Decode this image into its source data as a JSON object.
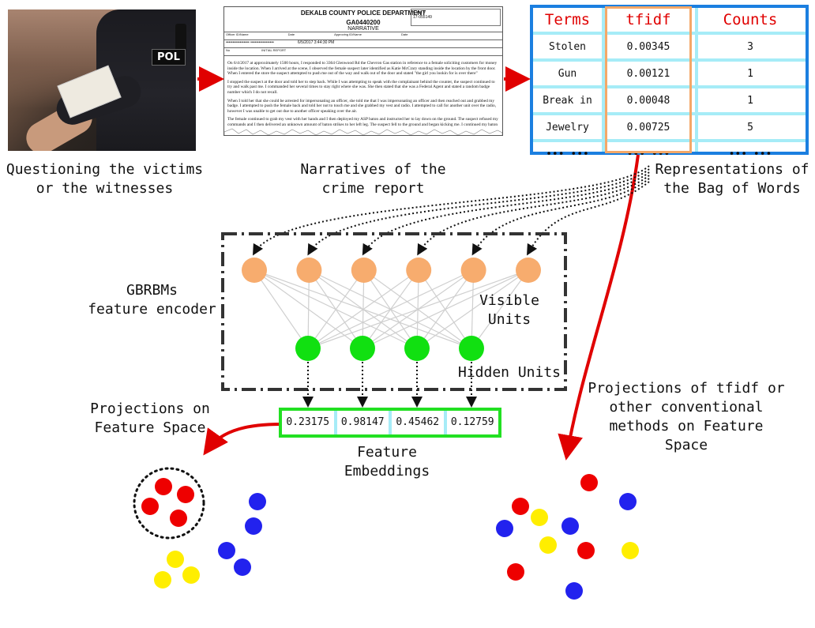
{
  "photo": {
    "badge_text": "POL",
    "caption_lines": [
      "Questioning the victims",
      "or the witnesses"
    ]
  },
  "report": {
    "department": "DEKALB COUNTY POLICE DEPARTMENT",
    "report_number": "GA0440200",
    "report_type": "NARRATIVE",
    "case_label": "Case #",
    "case_number": "17-055149",
    "officer_label": "Officer ID/Name",
    "date_label": "Date",
    "approving_label": "Approving ID/Name",
    "officer_value": "••••••••••••••••• •••••••••••••••••",
    "date_value": "6/5/2017 3:44:30 PM",
    "no_label": "No",
    "initial_report": "INITIAL REPORT",
    "paragraphs": [
      "On 6/4/2017 at approximately 1500 hours, I responded to 3364 Glenwood Rd the Chevron Gas station in reference to a female soliciting customers for money inside the location. When I arrived at the scene, I observed the female suspect later identified as Katie McCrary standing inside the location by the front door. When I entered the store the suspect attempted to push me out of the way and walk out of the door and stated \"the girl you lookin for is over there\"",
      "I stopped the suspect at the door and told her to step back. While I was attempting to speak with the complainant behind the counter, the suspect continued to try and walk past me. I commanded her several times to stay right where she was. She then stated that she was a Federal Agent and stated a random badge number which I do not recall.",
      "When I told her that she could be arrested for impersonating an officer, she told me that I was impersonating an officer and then reached out and grabbed my badge. I attempted to push the female back and told her not to touch me and she grabbed my vest and radio. I attempted to call for another unit over the radio, however I was unable to get out due to another officer speaking over the air.",
      "The female continued to grab my vest with her hands and I then deployed my ASP baton and instructed her to lay down on the ground. The suspect refused my commands and I then delivered an unknown amount of baton strikes to her left leg. The suspect fell to the ground and began kicking me. I continued my baton strikes to her legs and forearms instructing her to place her hands behind her back. One strike accidentally struck the side officer hand"
    ],
    "caption_lines": [
      "Narratives of the",
      "crime report"
    ]
  },
  "bag_of_words": {
    "headers": [
      "Terms",
      "tfidf",
      "Counts"
    ],
    "rows": [
      [
        "Stolen",
        "0.00345",
        "3"
      ],
      [
        "Gun",
        "0.00121",
        "1"
      ],
      [
        "Break in",
        "0.00048",
        "1"
      ],
      [
        "Jewelry",
        "0.00725",
        "5"
      ],
      [
        "••• •••",
        "••• •••",
        "••• •••"
      ]
    ],
    "caption_lines": [
      "Representations of",
      "the Bag of Words"
    ]
  },
  "encoder": {
    "label_lines": [
      "GBRBMs",
      "feature encoder"
    ],
    "visible_label": "Visible Units",
    "hidden_label": "Hidden Units",
    "visible_count": 6,
    "hidden_count": 4,
    "visible_color": "#f7ac6e",
    "hidden_color": "#11e011"
  },
  "embeddings": {
    "values": [
      "0.23175",
      "0.98147",
      "0.45462",
      "0.12759"
    ],
    "caption_lines": [
      "Feature",
      "Embeddings"
    ]
  },
  "projections": {
    "left_caption_lines": [
      "Projections on",
      "Feature Space"
    ],
    "right_caption_lines": [
      "Projections of tfidf or",
      "other conventional",
      "methods on Feature",
      "Space"
    ]
  },
  "colors": {
    "arrow_red": "#e00000",
    "table_border": "#1b7fe0",
    "table_grid": "#a6ecf7",
    "tfidf_highlight": "#f4a868",
    "dot_red": "#ee0000",
    "dot_blue": "#2222ee",
    "dot_yellow": "#ffee00"
  }
}
